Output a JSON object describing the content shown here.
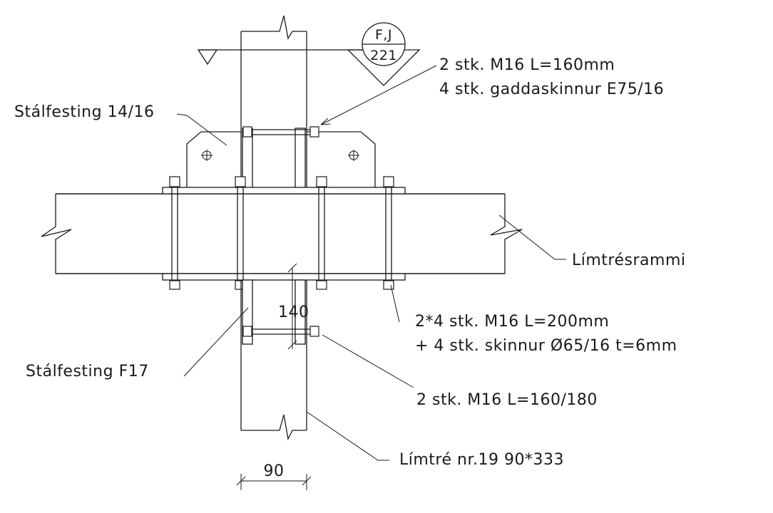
{
  "section_marker": {
    "top": "F,J",
    "bottom": "221"
  },
  "labels": {
    "bolts_top_1": "2 stk. M16 L=160mm",
    "bolts_top_2": "4 stk. gaddaskinnur E75/16",
    "steel_top": "Stálfesting 14/16",
    "glulam_frame": "Límtrésrammi",
    "bolts_mid_1": "2*4 stk. M16 L=200mm",
    "bolts_mid_2": "+ 4 stk. skinnur Ø65/16 t=6mm",
    "steel_bottom": "Stálfesting F17",
    "bolts_bottom": "2 stk. M16 L=160/180",
    "glulam_column": "Límtré nr.19 90*333"
  },
  "dimensions": {
    "vertical": "140",
    "width": "90"
  },
  "colors": {
    "line": "#1a1a1a",
    "background": "#ffffff"
  }
}
